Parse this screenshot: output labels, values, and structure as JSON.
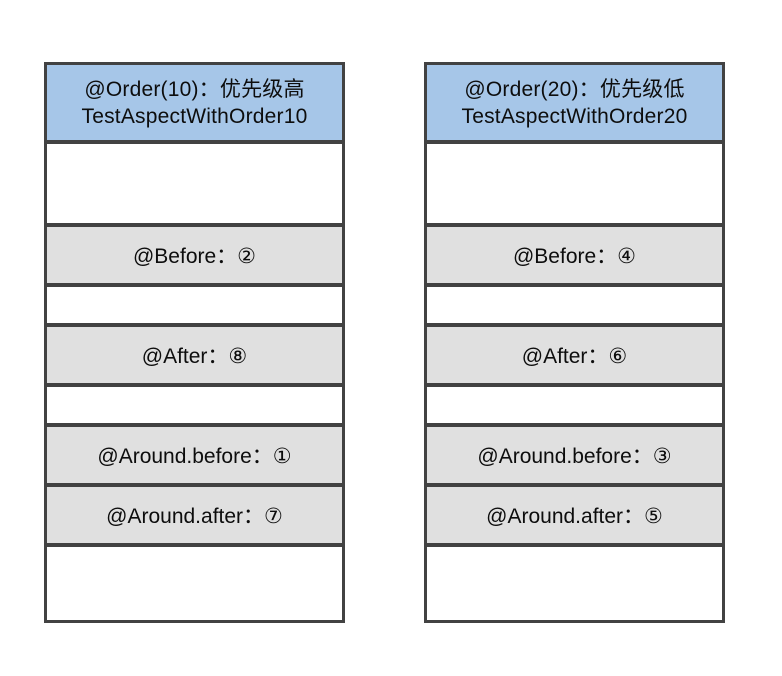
{
  "diagram": {
    "columns": [
      {
        "id": "order10",
        "header_line1": "@Order(10)：优先级高",
        "header_line2": "TestAspectWithOrder10",
        "before": "@Before：②",
        "after": "@After：⑧",
        "around_before": "@Around.before：①",
        "around_after": "@Around.after：⑦"
      },
      {
        "id": "order20",
        "header_line1": "@Order(20)：优先级低",
        "header_line2": "TestAspectWithOrder20",
        "before": "@Before：④",
        "after": "@After：⑥",
        "around_before": "@Around.before：③",
        "around_after": "@Around.after：⑤"
      }
    ],
    "colors": {
      "border": "#424242",
      "header_fill": "#a6c6e8",
      "advice_fill": "#e0e0e0"
    }
  }
}
